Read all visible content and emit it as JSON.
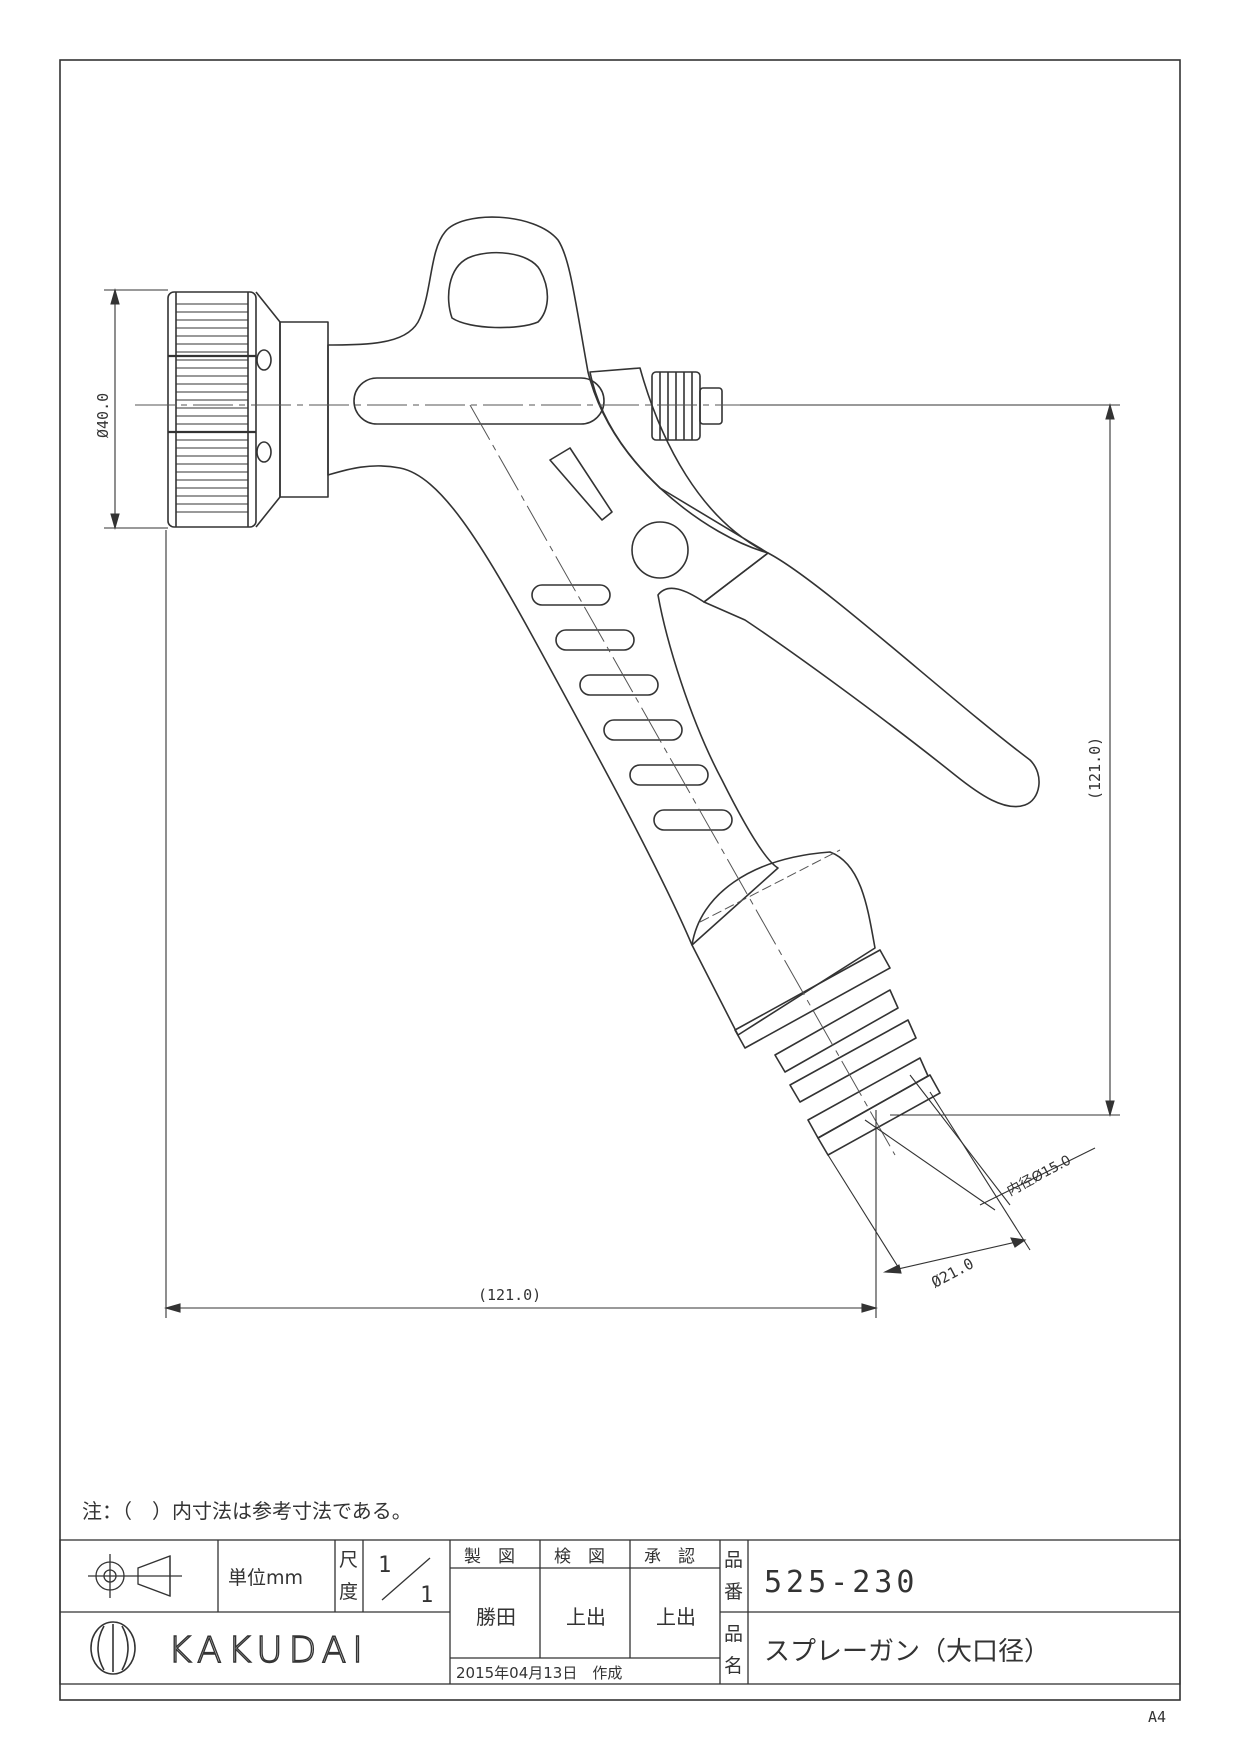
{
  "drawing": {
    "dim_nozzle_dia": "Ø40.0",
    "dim_height": "(121.0)",
    "dim_width": "(121.0)",
    "dim_inner_dia": "内径Ø15.0",
    "dim_outer_dia": "Ø21.0",
    "note": "注：（　）内寸法は参考寸法である。"
  },
  "title_block": {
    "unit_label": "単位mm",
    "scale_label_1": "尺",
    "scale_label_2": "度",
    "scale_num": "1",
    "scale_den": "1",
    "drawn_label": "製　図",
    "checked_label": "検　図",
    "approved_label": "承　認",
    "drawn_by": "勝田",
    "checked_by": "上出",
    "approved_by": "上出",
    "date": "2015年04月13日　作成",
    "part_no_label_1": "品",
    "part_no_label_2": "番",
    "part_no": "525-230",
    "name_label_1": "品",
    "name_label_2": "名",
    "name": "スプレーガン（大口径）",
    "brand": "KAKUDAI",
    "paper_size": "A4"
  }
}
